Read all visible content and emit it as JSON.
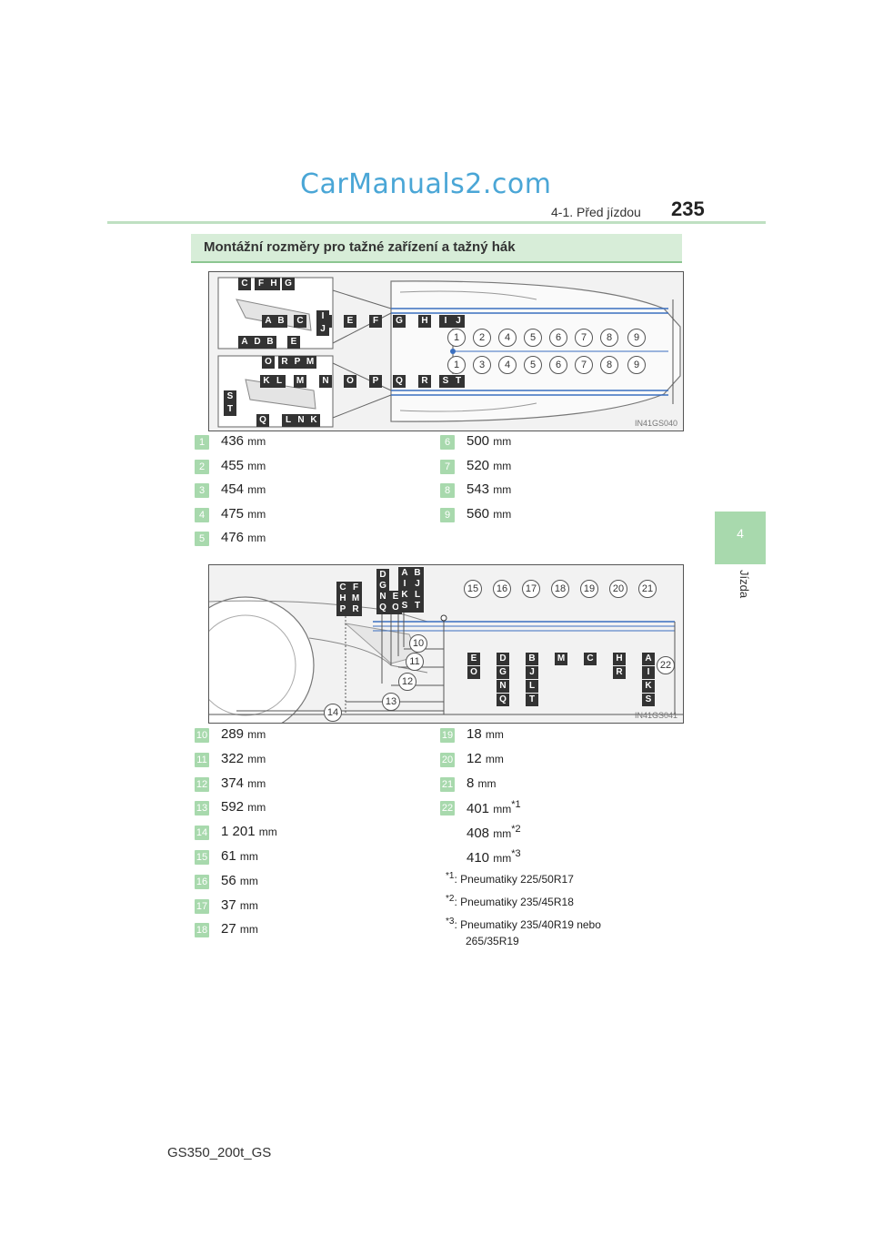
{
  "watermark": "CarManuals2.com",
  "header": {
    "chapter": "4-1. Před jízdou",
    "page_number": "235"
  },
  "sidebar": {
    "tab_number": "4",
    "section": "Jízda"
  },
  "section_title": "Montážní rozměry pro tažné zařízení a tažný hák",
  "figure1": {
    "code": "IN41GS040",
    "top_row_letters": [
      "A",
      "B",
      "C",
      "D",
      "E",
      "F",
      "G",
      "H",
      "I",
      "J"
    ],
    "upper_circles": [
      "1",
      "2",
      "4",
      "5",
      "6",
      "7",
      "8",
      "9"
    ],
    "lower_circles": [
      "1",
      "3",
      "4",
      "5",
      "6",
      "7",
      "8",
      "9"
    ],
    "bottom_row_letters": [
      "K",
      "L",
      "M",
      "N",
      "O",
      "P",
      "Q",
      "R",
      "S",
      "T"
    ],
    "inset1_letters": [
      "C",
      "F",
      "H",
      "G",
      "I",
      "J",
      "A",
      "D",
      "B",
      "E"
    ],
    "inset2_letters": [
      "O",
      "R",
      "P",
      "M",
      "S",
      "T",
      "Q",
      "L",
      "N",
      "K"
    ]
  },
  "dims1": [
    {
      "n": "1",
      "v": "436",
      "u": "mm"
    },
    {
      "n": "2",
      "v": "455",
      "u": "mm"
    },
    {
      "n": "3",
      "v": "454",
      "u": "mm"
    },
    {
      "n": "4",
      "v": "475",
      "u": "mm"
    },
    {
      "n": "5",
      "v": "476",
      "u": "mm"
    },
    {
      "n": "6",
      "v": "500",
      "u": "mm"
    },
    {
      "n": "7",
      "v": "520",
      "u": "mm"
    },
    {
      "n": "8",
      "v": "543",
      "u": "mm"
    },
    {
      "n": "9",
      "v": "560",
      "u": "mm"
    }
  ],
  "figure2": {
    "code": "IN41GS041",
    "circles_top": [
      "15",
      "16",
      "17",
      "18",
      "19",
      "20",
      "21"
    ],
    "circles_left": [
      "10",
      "11",
      "12",
      "13",
      "14"
    ],
    "circle_right": "22",
    "stack_left": [
      "C",
      "F",
      "H",
      "M",
      "P",
      "R"
    ],
    "stack_mid": [
      "D",
      "G",
      "N",
      "E",
      "Q",
      "O"
    ],
    "stack_right": [
      "A",
      "B",
      "I",
      "J",
      "K",
      "L",
      "S",
      "T"
    ],
    "lower_col1": [
      "E",
      "O"
    ],
    "lower_col2": [
      "D",
      "G",
      "N",
      "Q"
    ],
    "lower_col3": [
      "B",
      "J",
      "L",
      "T"
    ],
    "lower_col4": [
      "M"
    ],
    "lower_col5": [
      "C"
    ],
    "lower_col6": [
      "H",
      "R"
    ],
    "lower_col7": [
      "A",
      "I",
      "K",
      "S"
    ]
  },
  "dims2_left": [
    {
      "n": "10",
      "v": "289",
      "u": "mm"
    },
    {
      "n": "11",
      "v": "322",
      "u": "mm"
    },
    {
      "n": "12",
      "v": "374",
      "u": "mm"
    },
    {
      "n": "13",
      "v": "592",
      "u": "mm"
    },
    {
      "n": "14",
      "v": "1 201",
      "u": "mm"
    },
    {
      "n": "15",
      "v": "61",
      "u": "mm"
    },
    {
      "n": "16",
      "v": "56",
      "u": "mm"
    },
    {
      "n": "17",
      "v": "37",
      "u": "mm"
    },
    {
      "n": "18",
      "v": "27",
      "u": "mm"
    }
  ],
  "dims2_right": [
    {
      "n": "19",
      "v": "18",
      "u": "mm",
      "s": ""
    },
    {
      "n": "20",
      "v": "12",
      "u": "mm",
      "s": ""
    },
    {
      "n": "21",
      "v": "8",
      "u": "mm",
      "s": ""
    },
    {
      "n": "22",
      "v": "401",
      "u": "mm",
      "s": "*1"
    }
  ],
  "dim22_extra": [
    {
      "v": "408",
      "u": "mm",
      "s": "*2"
    },
    {
      "v": "410",
      "u": "mm",
      "s": "*3"
    }
  ],
  "footnotes": [
    {
      "mark": "*1",
      "text": ": Pneumatiky 225/50R17"
    },
    {
      "mark": "*2",
      "text": ": Pneumatiky 235/45R18"
    },
    {
      "mark": "*3",
      "text": ": Pneumatiky 235/40R19 nebo"
    }
  ],
  "footnote3_cont": "265/35R19",
  "footer": "GS350_200t_GS"
}
